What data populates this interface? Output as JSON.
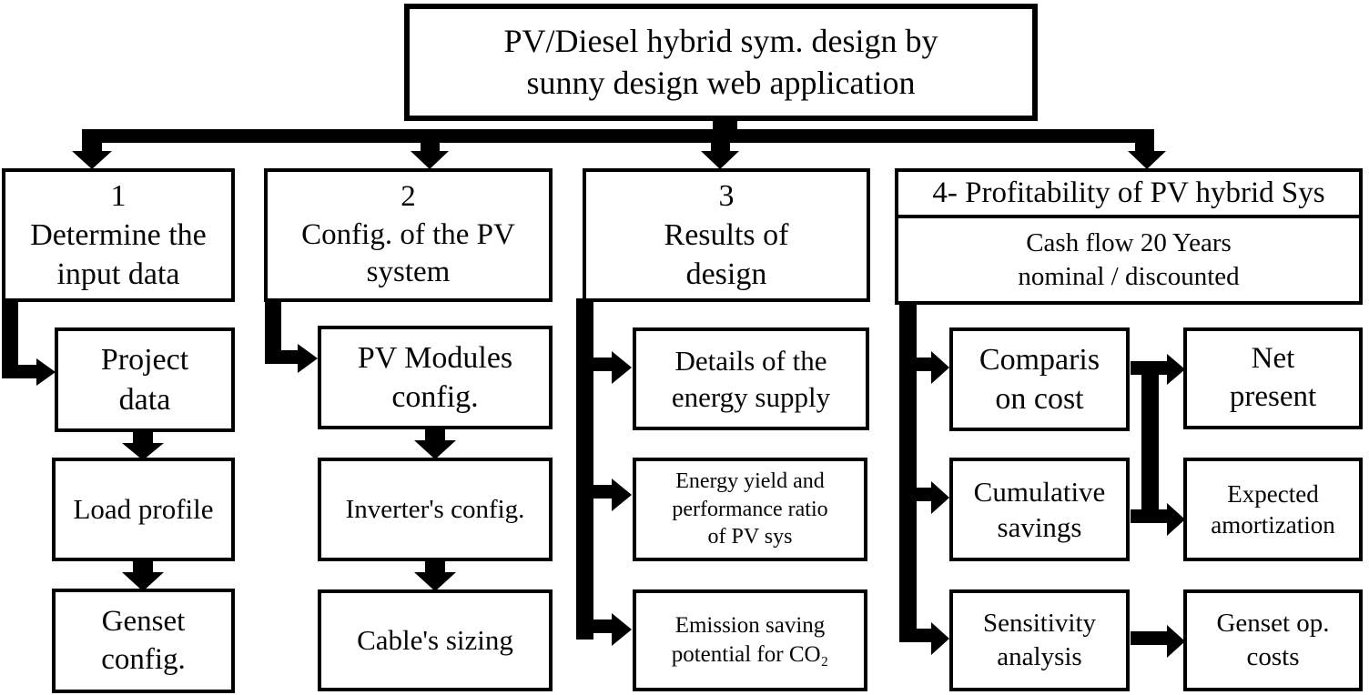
{
  "diagram": {
    "title": "PV/Diesel hybrid sym. design by\nsunny design web application",
    "columns": [
      {
        "header": "1\nDetermine the\ninput data",
        "items": [
          "Project\ndata",
          "Load profile",
          "Genset\nconfig."
        ]
      },
      {
        "header": "2\nConfig. of the PV\nsystem",
        "items": [
          "PV Modules\nconfig.",
          "Inverter's config.",
          "Cable's sizing"
        ]
      },
      {
        "header": "3\nResults of\ndesign",
        "items": [
          "Details of the\nenergy supply",
          "Energy yield and\nperformance ratio\nof PV sys",
          "Emission saving\npotential for CO₂"
        ]
      },
      {
        "header": "4- Profitability of PV hybrid Sys",
        "subheader": "Cash flow 20 Years\nnominal / discounted",
        "items": [
          "Comparis\non cost",
          "Cumulative\nsavings",
          "Sensitivity\nanalysis"
        ],
        "outcomes": [
          "Net\npresent",
          "Expected\namortization",
          "Genset op.\ncosts"
        ]
      }
    ],
    "colors": {
      "line": "#000000",
      "box_background": "#ffffff",
      "border": "#000000"
    }
  }
}
